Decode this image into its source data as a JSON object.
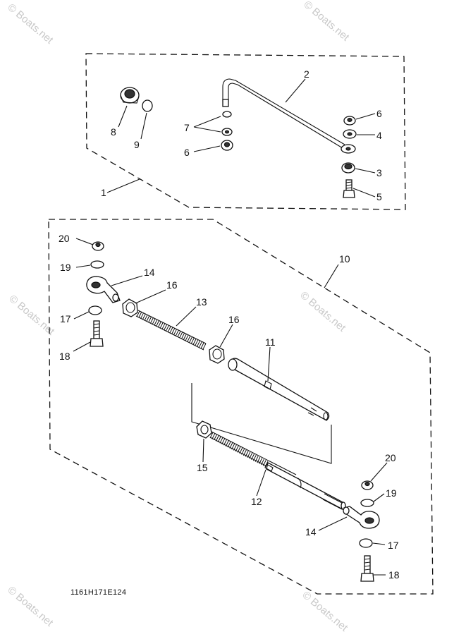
{
  "watermark": "© Boats.net",
  "diagram_code": "1161H171E124",
  "callouts": {
    "c1": "1",
    "c2": "2",
    "c3": "3",
    "c4": "4",
    "c5": "5",
    "c6a": "6",
    "c6b": "6",
    "c7": "7",
    "c8": "8",
    "c9": "9",
    "c10": "10",
    "c11": "11",
    "c12": "12",
    "c13": "13",
    "c14a": "14",
    "c14b": "14",
    "c15": "15",
    "c16a": "16",
    "c16b": "16",
    "c17a": "17",
    "c17b": "17",
    "c18a": "18",
    "c18b": "18",
    "c19a": "19",
    "c19b": "19",
    "c20a": "20",
    "c20b": "20"
  }
}
